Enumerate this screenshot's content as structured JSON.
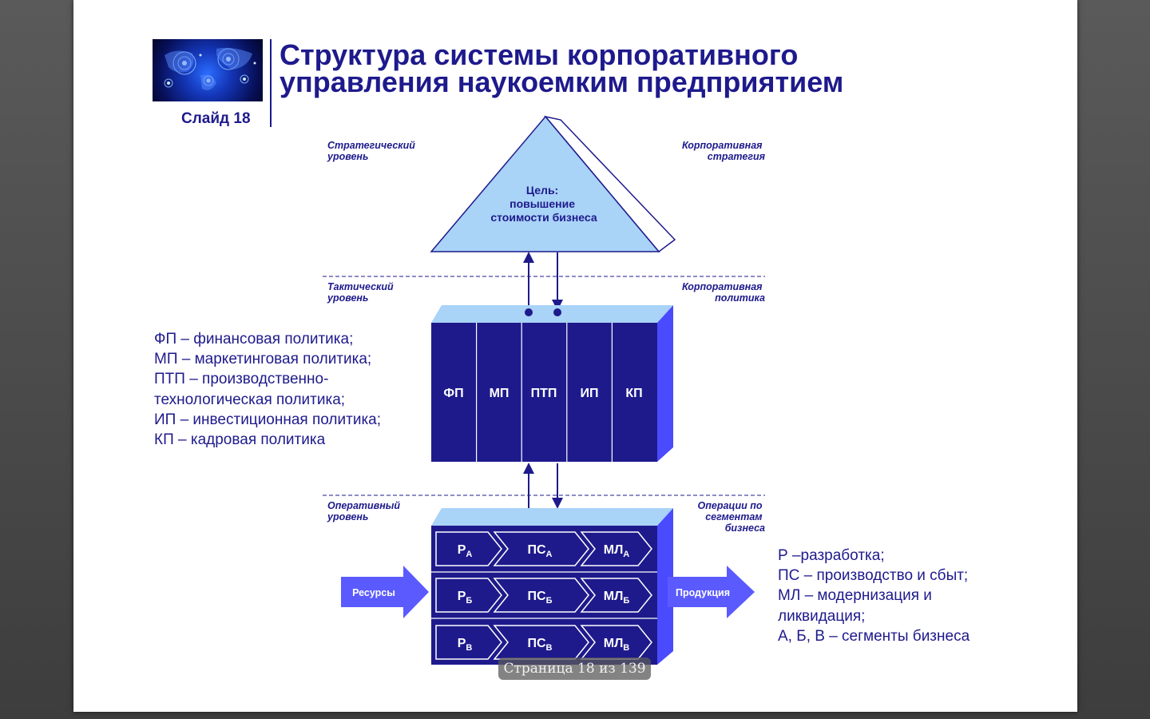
{
  "slide": {
    "title_line1": "Структура системы корпоративного",
    "title_line2": "управления наукоемким предприятием",
    "slide_number": "Слайд 18"
  },
  "levels": {
    "strategic": [
      "Стратегический",
      "уровень"
    ],
    "corporate_strategy": [
      "Корпоративная",
      "стратегия"
    ],
    "tactical": [
      "Тактический",
      "уровень"
    ],
    "corporate_policy": [
      "Корпоративная",
      "политика"
    ],
    "operational": [
      "Оперативный",
      "уровень"
    ],
    "operations": [
      "Операции по",
      "сегментам",
      "бизнеса"
    ]
  },
  "goal": [
    "Цель:",
    "повышение",
    "стоимости бизнеса"
  ],
  "policies": [
    "ФП",
    "МП",
    "ПТП",
    "ИП",
    "КП"
  ],
  "rows": [
    {
      "r": "Р",
      "r_sub": "А",
      "ps": "ПС",
      "ps_sub": "А",
      "ml": "МЛ",
      "ml_sub": "А"
    },
    {
      "r": "Р",
      "r_sub": "Б",
      "ps": "ПС",
      "ps_sub": "Б",
      "ml": "МЛ",
      "ml_sub": "Б"
    },
    {
      "r": "Р",
      "r_sub": "В",
      "ps": "ПС",
      "ps_sub": "В",
      "ml": "МЛ",
      "ml_sub": "В"
    }
  ],
  "arrows": {
    "resources": "Ресурсы",
    "products": "Продукция"
  },
  "legend_left": [
    "ФП – финансовая политика;",
    "МП – маркетинговая политика;",
    "ПТП – производственно-",
    "технологическая политика;",
    "ИП – инвестиционная политика;",
    "КП – кадровая политика"
  ],
  "legend_right": [
    "Р –разработка;",
    "ПС – производство и сбыт;",
    "МЛ – модернизация и",
    "ликвидация;",
    "А, Б, В – сегменты бизнеса"
  ],
  "pager": "Страница 18 из 139",
  "colors": {
    "dark_blue": "#1e1a8c",
    "light_blue": "#a9d3f7",
    "mid_blue": "#4a4aff",
    "arrow_blue": "#5a5aff"
  }
}
